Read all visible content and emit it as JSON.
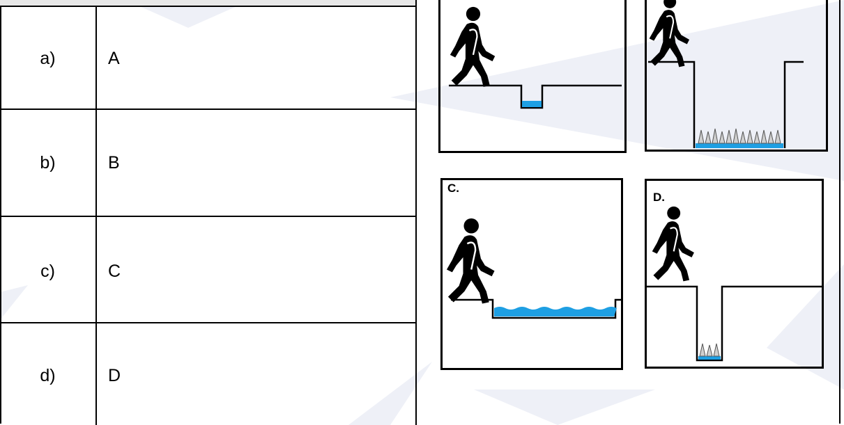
{
  "options": [
    {
      "letter": "a)",
      "text": "A"
    },
    {
      "letter": "b)",
      "text": "B"
    },
    {
      "letter": "c)",
      "text": "C"
    },
    {
      "letter": "d)",
      "text": "D"
    }
  ],
  "panels": {
    "c": {
      "label": "C."
    },
    "d": {
      "label": "D."
    }
  },
  "colors": {
    "water": "#1e9fe3",
    "watermark": "#eef0f7"
  },
  "icons": [
    "walking-person-icon",
    "spikes-icon"
  ]
}
